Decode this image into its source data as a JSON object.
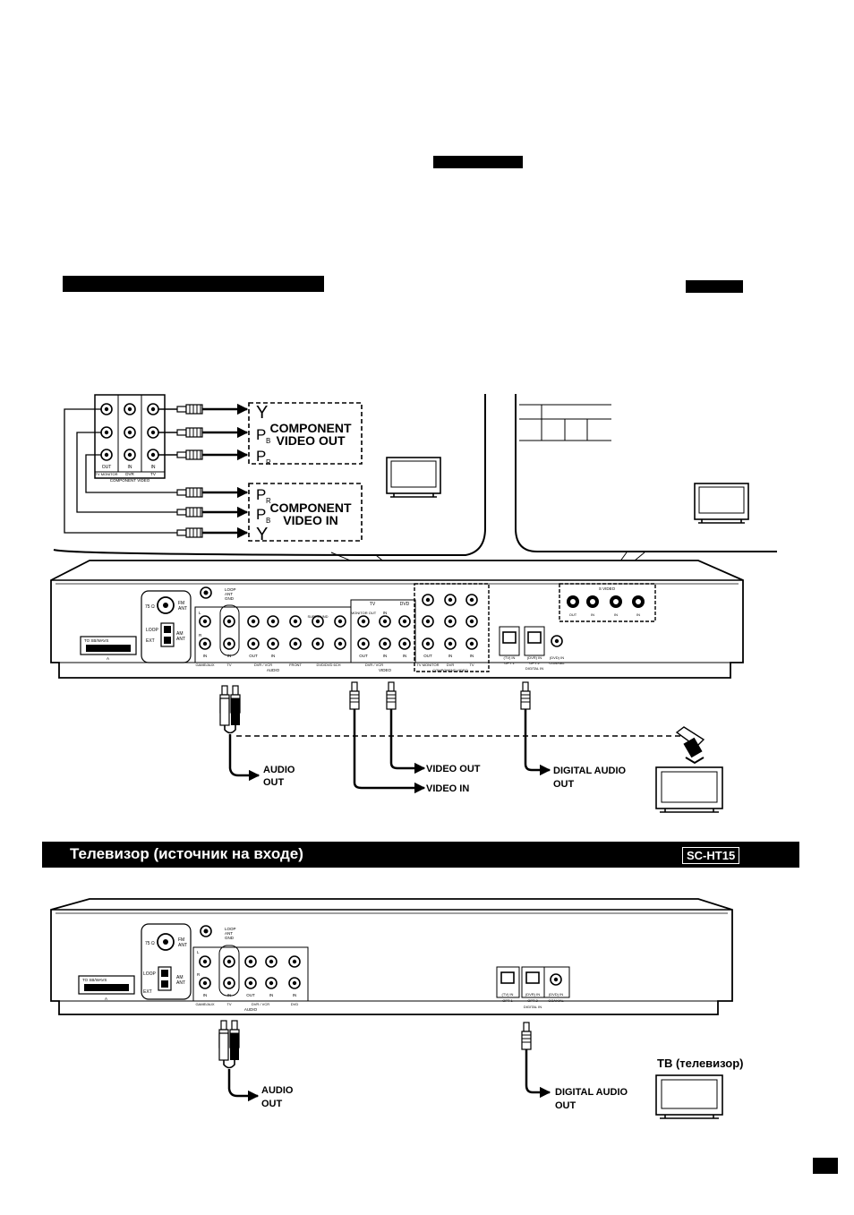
{
  "upper": {
    "component_out": {
      "title_line1": "COMPONENT",
      "title_line2": "VIDEO OUT",
      "y": "Y",
      "pb": "P",
      "pr": "P",
      "b": "B",
      "r": "R"
    },
    "component_in": {
      "title_line1": "COMPONENT",
      "title_line2": "VIDEO IN",
      "y": "Y",
      "pb": "P",
      "pr": "P",
      "b": "B",
      "r": "R"
    },
    "small_panel": {
      "monitor_out": "TV MONITOR",
      "out": "OUT",
      "in1": "IN",
      "in2": "IN",
      "dvr": "DVR",
      "tv": "TV",
      "caption": "COMPONENT VIDEO"
    },
    "labels": {
      "audio_out_1": "AUDIO",
      "audio_out_2": "OUT",
      "video_out": "VIDEO OUT",
      "video_in": "VIDEO IN",
      "digital_audio_out_1": "DIGITAL AUDIO",
      "digital_audio_out_2": "OUT"
    },
    "receiver": {
      "fm_75": "75 Ω",
      "fm": "FM",
      "fm_ant": "ANT",
      "am": "AM",
      "am_ant": "ANT",
      "loop": "LOOP",
      "ext": "EXT",
      "loop_ant_1": "LOOP",
      "loop_ant_2": "ANT",
      "loop_ant_3": "GND",
      "scart": "TO SB/WAVS",
      "scart_sub": "A",
      "game_aux": "GAME/AUX",
      "tv": "TV",
      "dvr_vcr": "DVR / VCR",
      "front": "FRONT",
      "surround": "SURROUND",
      "dvd_dvd6ch": "DVD/DVD 6CH",
      "audio": "AUDIO",
      "video_tv": "TV",
      "video_dvd": "DVD",
      "monitor_out": "MONITOR OUT",
      "video": "VIDEO",
      "comp_monitor": "TV MONITOR",
      "comp_dvr": "DVR",
      "comp_tv": "TV",
      "component_video": "COMPONENT VIDEO",
      "opt1": "OPT 1",
      "opt2": "OPT 2",
      "coaxial": "COAXIAL",
      "digital_in": "DIGITAL IN",
      "tv_in": "(TV) IN",
      "dvr_in": "(DVR) IN",
      "dvd_in": "(DVD) IN",
      "svideo": "S VIDEO",
      "in": "IN",
      "out": "OUT",
      "l": "L",
      "r": "R",
      "y": "Y"
    }
  },
  "section2": {
    "title": "Телевизор (источник на входе)",
    "badge": "SC-HT15",
    "tv_label": "ТВ (телевизор)",
    "labels": {
      "audio_out_1": "AUDIO",
      "audio_out_2": "OUT",
      "digital_audio_out_1": "DIGITAL AUDIO",
      "digital_audio_out_2": "OUT"
    },
    "receiver": {
      "fm_75": "75 Ω",
      "fm": "FM",
      "fm_ant": "ANT",
      "am": "AM",
      "am_ant": "ANT",
      "loop": "LOOP",
      "ext": "EXT",
      "loop_ant_1": "LOOP",
      "loop_ant_2": "ANT",
      "loop_ant_3": "GND",
      "scart": "TO SB/WAVS",
      "scart_sub": "A",
      "game_aux": "GAME/AUX",
      "tv": "TV",
      "dvr_vcr": "DVR / VCR",
      "dvd": "DVD",
      "audio": "AUDIO",
      "opt1": "OPT 1",
      "opt2": "OPT 2",
      "coaxial": "COAXIAL",
      "digital_in": "DIGITAL IN",
      "tv_in": "(TV) IN",
      "dvr_in": "(DVR) IN",
      "dvd_in": "(DVD) IN",
      "in": "IN",
      "out": "OUT",
      "l": "L",
      "r": "R"
    }
  }
}
